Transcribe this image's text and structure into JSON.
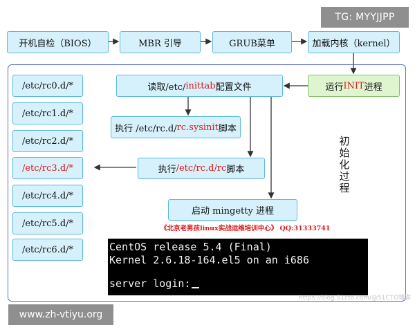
{
  "diagram": {
    "top_row": {
      "bios": "开机自检（BIOS）",
      "mbr": "MBR 引导",
      "grub": "GRUB菜单",
      "kernel": "加载内核（kernel）"
    },
    "init": {
      "prefix": "运行 ",
      "highlight": "INIT",
      "suffix": " 进程"
    },
    "inittab": {
      "prefix": "读取/etc/",
      "highlight": "inittab",
      "suffix": "配置文件"
    },
    "sysinit": {
      "prefix": "执行 /etc/rc.d/",
      "highlight": "rc.sysinit",
      "suffix": " 脚本"
    },
    "rc_script": {
      "prefix": "执行",
      "highlight": "/etc/rc.d/rc",
      "suffix": "脚本"
    },
    "mingetty": "启动 mingetty 进程",
    "runlevels": [
      "/etc/rc0.d/*",
      "/etc/rc1.d/*",
      "/etc/rc2.d/*",
      "/etc/rc3.d/*",
      "/etc/rc4.d/*",
      "/etc/rc5.d/*",
      "/etc/rc6.d/*"
    ],
    "vertical_label": [
      "初",
      "始",
      "化",
      "过",
      "程"
    ],
    "banner": "《北京老男孩linux实战运维培训中心》 QQ:31333741",
    "terminal": {
      "line1": "CentOS release 5.4 (Final)",
      "line2": "Kernel 2.6.18-164.el5 on an i686",
      "line3": "server login:"
    },
    "colors": {
      "highlight": "#d81a1a",
      "box_fill": "#d6f1fb",
      "box_border": "#5bb8de",
      "init_fill": "#dff5d0",
      "frame": "#5b6bd6"
    }
  },
  "watermarks": {
    "tag": "TG: MYYJJPP",
    "url": "www.zh-vtiyu.org",
    "blog": "https://blog.51cto.com/@51CTO博客"
  }
}
